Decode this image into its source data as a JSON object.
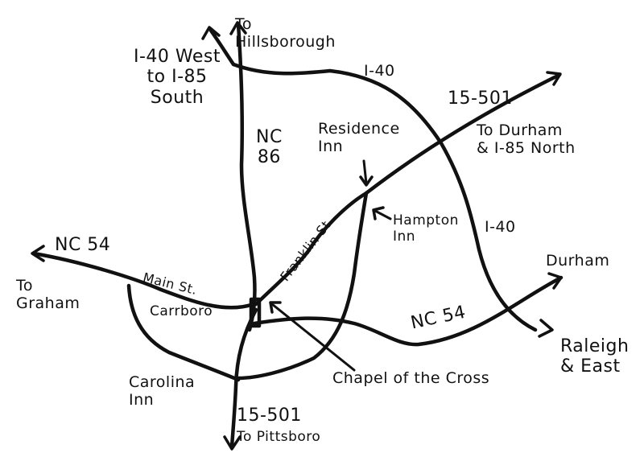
{
  "labels": {
    "to_hillsborough": "To\nHillsborough",
    "i40_west": "I-40 West\nto I-85\nSouth",
    "i40_top": "I-40",
    "nc86": "NC\n86",
    "us15501_ne": "15-501",
    "to_durham_i85": "To Durham\n& I-85 North",
    "residence_inn": "Residence\nInn",
    "franklin_st": "Franklin St",
    "hampton_inn": "Hampton\nInn",
    "i40_east": "I-40",
    "nc54_west": "NC 54",
    "to_graham": "To\nGraham",
    "main_st": "Main St.",
    "carrboro": "Carrboro",
    "durham_east": "Durham",
    "nc54_east": "NC 54",
    "raleigh_east": "Raleigh\n& East",
    "carolina_inn": "Carolina\nInn",
    "chapel_of_the_cross": "Chapel of the Cross",
    "us15501_south": "15-501",
    "to_pittsboro": "To Pittsboro"
  }
}
